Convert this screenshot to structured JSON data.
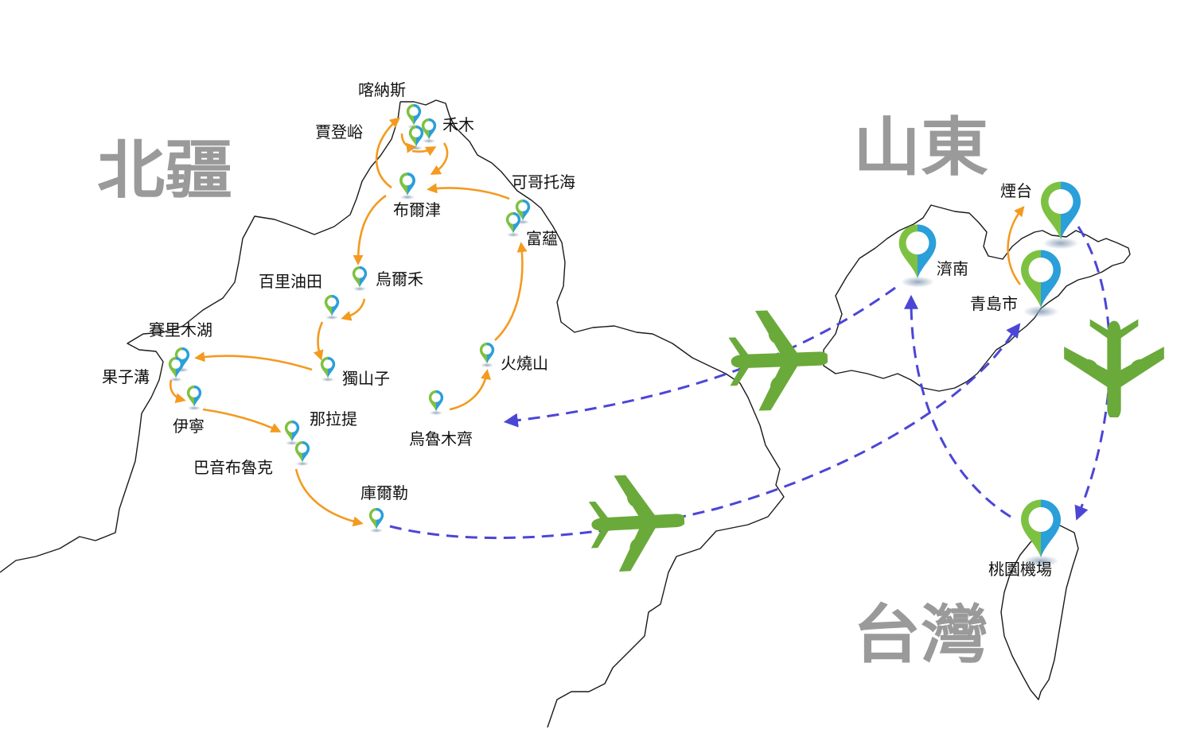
{
  "regions": {
    "north_xinjiang": "北疆",
    "shandong": "山東",
    "taiwan": "台灣"
  },
  "places": {
    "kanas": "喀納斯",
    "hemu": "禾木",
    "jiadengyu": "賈登峪",
    "burqin": "布爾津",
    "koktokay": "可哥托海",
    "fuyun": "富蘊",
    "baili_oilfield": "百里油田",
    "urho": "烏爾禾",
    "sayram_lake": "賽里木湖",
    "guozigou": "果子溝",
    "dushanzi": "獨山子",
    "yining": "伊寧",
    "nalati": "那拉提",
    "bayinbuluke": "巴音布魯克",
    "huoshaoshan": "火燒山",
    "urumqi": "烏魯木齊",
    "korla": "庫爾勒",
    "jinan": "濟南",
    "yantai": "煙台",
    "qingdao": "青島市",
    "taoyuan_airport": "桃園機場"
  },
  "icons": {
    "pin": "map-pin-icon",
    "plane": "airplane-icon"
  },
  "colors": {
    "road_route": "#f39a1f",
    "flight_route": "#4b46d6",
    "plane": "#6aaa3a",
    "pin_green": "#7dc142",
    "pin_blue": "#2b9fd9",
    "region_text": "#9a9a9a",
    "outline": "#1a1a1a"
  }
}
